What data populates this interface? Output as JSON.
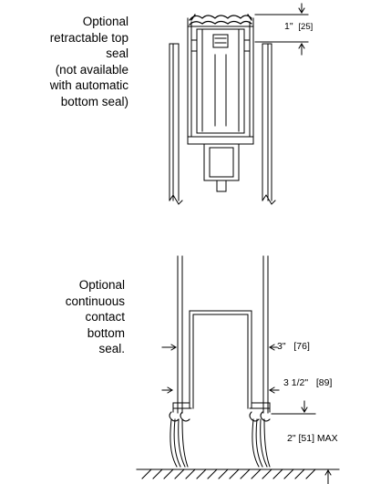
{
  "top_caption": [
    "Optional",
    "retractable top",
    "seal",
    "(not  available",
    "with automatic",
    "bottom seal)"
  ],
  "bottom_caption": [
    "Optional",
    "continuous",
    "contact",
    "bottom",
    "seal."
  ],
  "dimensions": {
    "top_gap_in": "1\"",
    "top_gap_mm": "[25]",
    "width_3_in": "3\"",
    "width_3_mm": "[76]",
    "width_35_in": "3 1/2\"",
    "width_35_mm": "[89]",
    "bottom_gap": "2\" [51] MAX"
  }
}
